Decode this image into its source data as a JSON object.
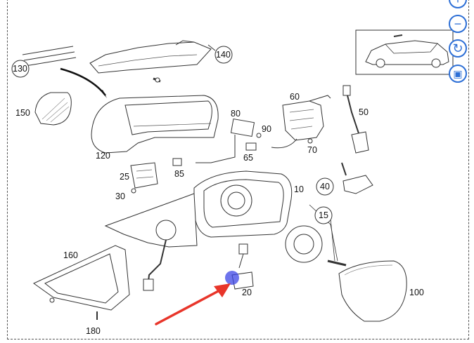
{
  "diagram": {
    "part_labels": [
      "130",
      "140",
      "150",
      "120",
      "80",
      "90",
      "60",
      "50",
      "65",
      "70",
      "85",
      "25",
      "30",
      "10",
      "40",
      "15",
      "160",
      "20",
      "100",
      "180"
    ]
  },
  "controls": {
    "zoom_in": "+",
    "zoom_out": "−",
    "reset": "↻",
    "image": "▣"
  },
  "colors": {
    "accent": "#2d6fd6",
    "pointer_arrow": "#e8352a",
    "highlight": "#3c46e6"
  }
}
